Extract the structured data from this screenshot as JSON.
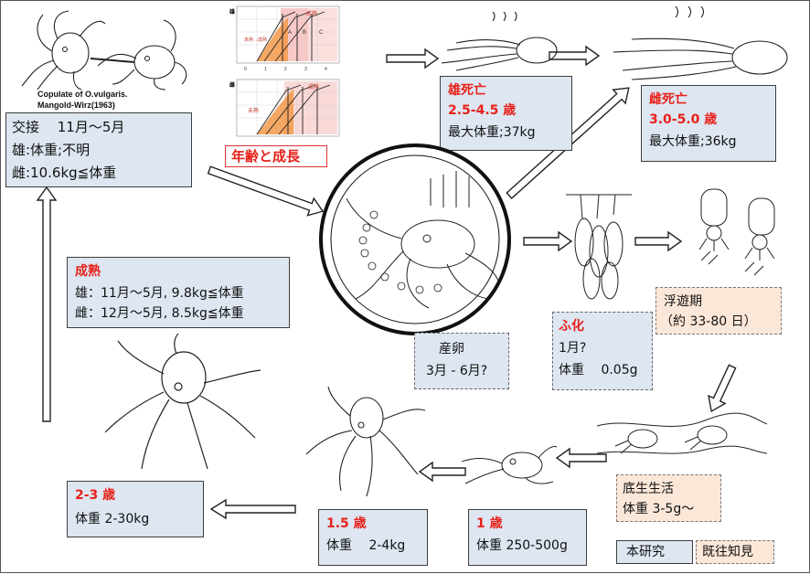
{
  "caption": {
    "line1": "Copulate of O.vulgaris.",
    "line2": "Mangold-Wirz(1963)"
  },
  "mating": {
    "line1": "交接　 11月～5月",
    "line2": "雄:体重;不明",
    "line3": "雌:10.6kg≦体重"
  },
  "growth_chart": {
    "label": "年齢と成長",
    "top_tag": "雄",
    "bottom_tag": "雌",
    "mature": "成熟",
    "immature": "未熟",
    "mixed": "未熟→成熟",
    "groups": [
      "A",
      "B",
      "C"
    ],
    "x_ticks": [
      "0",
      "1",
      "2",
      "3",
      "4"
    ]
  },
  "male_death": {
    "title": "雄死亡",
    "age": "2.5-4.5 歳",
    "weight": "最大体重;37kg"
  },
  "female_death": {
    "title": "雌死亡",
    "age": "3.0-5.0 歳",
    "weight": "最大体重;36kg"
  },
  "maturity": {
    "title": "成熟",
    "male": "雄：11月～5月, 9.8kg≦体重",
    "female": "雌：12月～5月, 8.5kg≦体重"
  },
  "spawning": {
    "line1": "産卵",
    "line2": "3月 - 6月?"
  },
  "hatching": {
    "title": "ふ化",
    "line1": "1月?",
    "line2": "体重　 0.05g"
  },
  "planktonic": {
    "line1": "浮遊期",
    "line2": "（約 33-80 日）"
  },
  "benthic": {
    "line1": "底生生活",
    "line2": "体重 3-5g～"
  },
  "age1": {
    "title": "1 歳",
    "weight": "体重 250-500g"
  },
  "age15": {
    "title": "1.5 歳",
    "weight": "体重　 2-4kg"
  },
  "age23": {
    "title": "2-3 歳",
    "weight": "体重 2-30kg"
  },
  "legend": {
    "this_study": "本研究",
    "prior": "既往知見"
  },
  "colors": {
    "box_fill": "#dde6f1",
    "peach_fill": "#fbe7d8",
    "red": "#e8211b"
  }
}
